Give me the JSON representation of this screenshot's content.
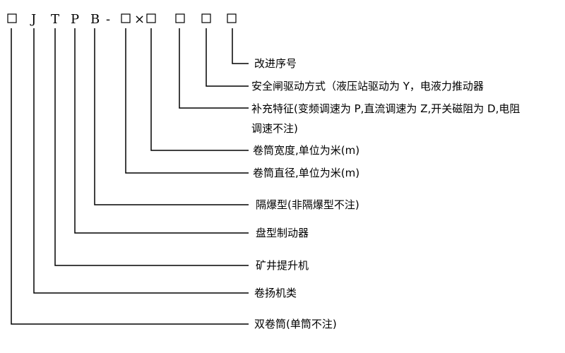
{
  "model_code": {
    "chars": [
      "□",
      "J",
      "T",
      "P",
      "B",
      "-",
      "□",
      "×",
      "□",
      "□",
      "□",
      "□"
    ]
  },
  "legend_items": [
    {
      "id": "modification",
      "text": "改进序号"
    },
    {
      "id": "brake_drive",
      "text": "安全闸驱动方式（液压站驱动为 Y，电液力推动器"
    },
    {
      "id": "supplement_1",
      "text": "补充特征(变频调速为 P,直流调速为 Z,开关磁阻为 D,电阻"
    },
    {
      "id": "supplement_2",
      "text": "调速不注)"
    },
    {
      "id": "drum_width",
      "text": "卷筒宽度,单位为米(m)"
    },
    {
      "id": "drum_diameter",
      "text": "卷筒直径,单位为米(m)"
    },
    {
      "id": "explosion_proof",
      "text": "隔爆型(非隔爆型不注)"
    },
    {
      "id": "disc_brake",
      "text": "盘型制动器"
    },
    {
      "id": "mine_hoist",
      "text": "矿井提升机"
    },
    {
      "id": "winch_class",
      "text": "卷扬机类"
    },
    {
      "id": "double_drum",
      "text": "双卷筒(单筒不注)"
    }
  ]
}
